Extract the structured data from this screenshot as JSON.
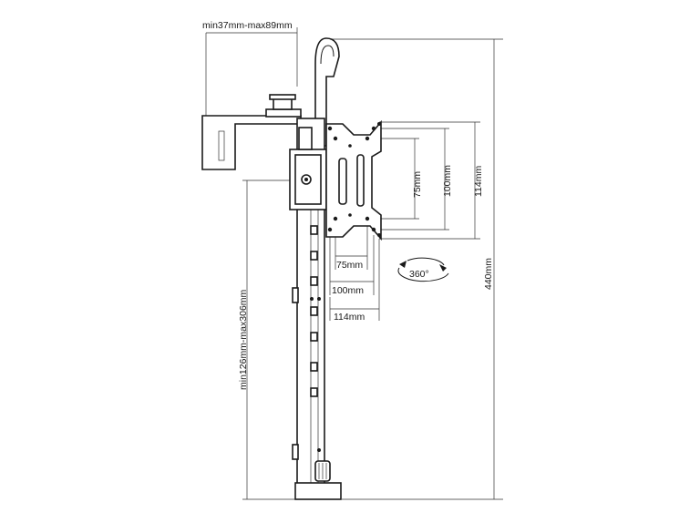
{
  "dimensions": {
    "clamp_range": "min37mm-max89mm",
    "total_height": "440mm",
    "pole_range": "min126mm-max306mm",
    "vesa_75_v": "75mm",
    "vesa_100_v": "100mm",
    "vesa_114_v": "114mm",
    "vesa_75_h": "75mm",
    "vesa_100_h": "100mm",
    "vesa_114_h": "114mm"
  },
  "rotation": "360°"
}
